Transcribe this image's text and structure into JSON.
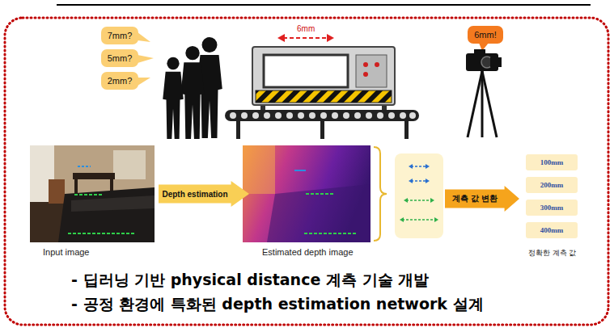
{
  "diagram": {
    "nodes": [
      {
        "text": [
          "7mm?"
        ]
      },
      {
        "text": [
          "5mm?"
        ]
      },
      {
        "text": [
          "2mm?"
        ]
      },
      {
        "text": [
          "6mm!"
        ]
      },
      {
        "text": [
          "Depth estimation"
        ]
      },
      {
        "text": [
          "계측 값 변환"
        ]
      },
      {
        "text": [
          "100mm"
        ]
      },
      {
        "text": [
          "200mm"
        ]
      },
      {
        "text": [
          "300mm"
        ]
      },
      {
        "text": [
          "400mm"
        ]
      }
    ],
    "labels": [
      "6mm",
      "Input image",
      "Estimated depth image",
      "정확한 계측 값",
      "- 딥러닝 기반 physical distance 계측 기술 개발",
      "- 공정 환경에 특화된 depth estimation network 설계"
    ]
  }
}
